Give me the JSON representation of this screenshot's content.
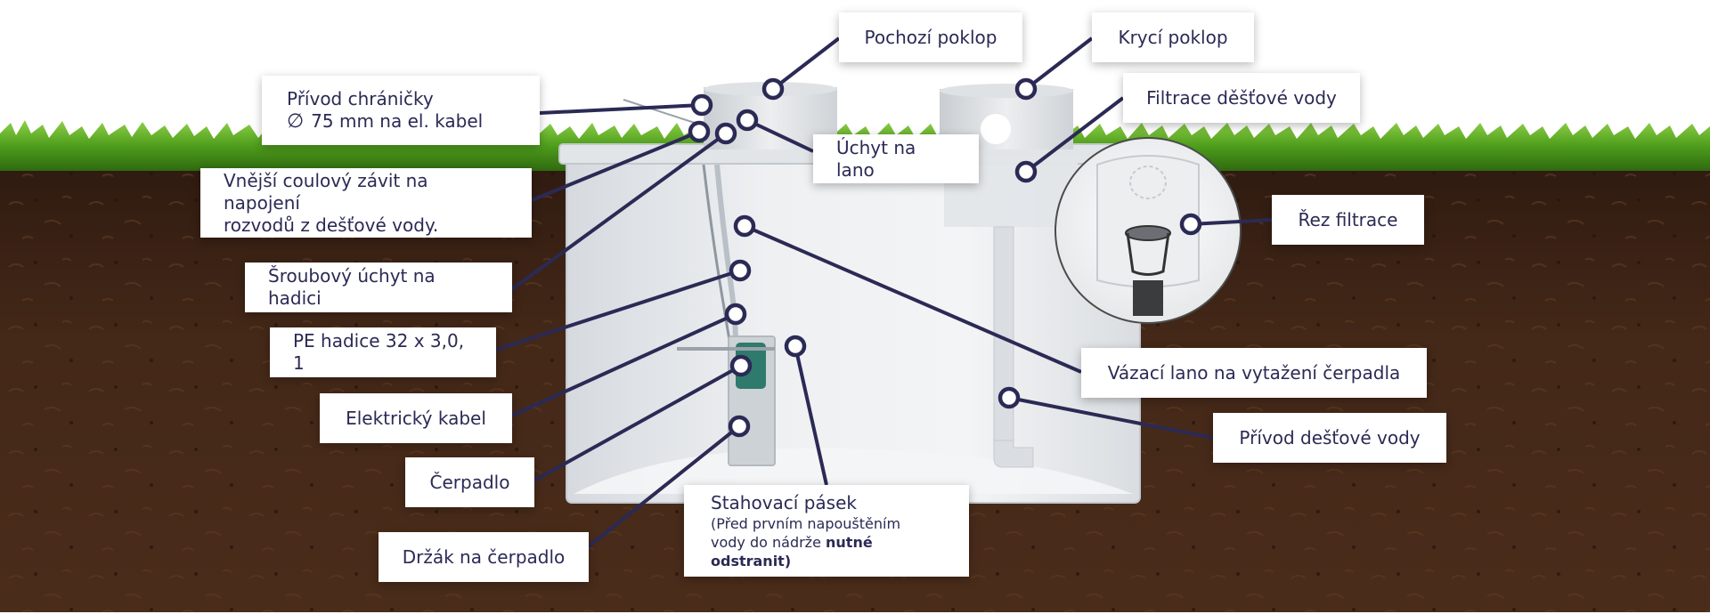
{
  "labels": {
    "pochozi_poklop": "Pochozí poklop",
    "kryci_poklop": "Krycí poklop",
    "privod_chranicky_line1": "Přívod chráničky",
    "privod_chranicky_symbol": "∅",
    "privod_chranicky_line2": "75 mm na  el. kabel",
    "filtrace": "Filtrace děšťové vody",
    "uchyt_na_lano": "Úchyt na lano",
    "vnejsi_zavit_line1": "Vnější coulový závit na napojení",
    "vnejsi_zavit_line2": "rozvodů z dešťové vody.",
    "rez_filtrace": "Řez filtrace",
    "sroubovy_uchyt": "Šroubový úchyt na hadici",
    "pe_hadice": "PE hadice 32 x 3,0, 1",
    "elektricky_kabel": "Elektrický kabel",
    "vazaci_lano": "Vázací lano na vytažení čerpadla",
    "privod_destove_vody": "Přívod dešťové vody",
    "cerpadlo": "Čerpadlo",
    "drzak_na_cerpadlo": "Držák na čerpadlo",
    "stahovaci_pasek_title": "Stahovací pásek",
    "stahovaci_pasek_note1": "(Před prvním napouštěním",
    "stahovaci_pasek_note2": "vody do nádrže",
    "stahovaci_pasek_note_bold": "nutné odstranit)"
  },
  "colors": {
    "label_text": "#2b2a55",
    "leader_line": "#2b2a55",
    "grass": "#4f9e1c",
    "soil": "#3f2516",
    "tank": "#e8ebee"
  }
}
